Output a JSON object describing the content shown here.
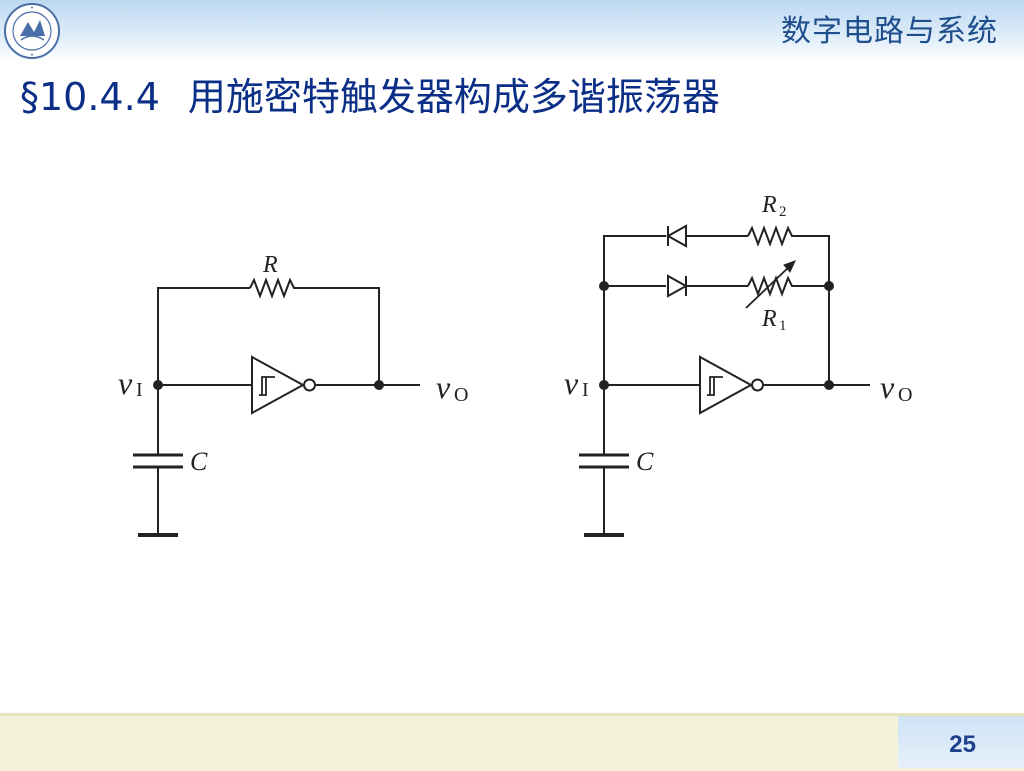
{
  "header": {
    "course_title": "数字电路与系统"
  },
  "slide": {
    "section_mark": "§10.4.4",
    "title": "用施密特触发器构成多谐振荡器"
  },
  "circuit_a": {
    "resistor_label": "R",
    "input_label": "v",
    "input_sub": "I",
    "output_label": "v",
    "output_sub": "O",
    "capacitor_label": "C"
  },
  "circuit_b": {
    "resistor2_label": "R",
    "resistor2_sub": "2",
    "resistor1_label": "R",
    "resistor1_sub": "1",
    "input_label": "v",
    "input_sub": "I",
    "output_label": "v",
    "output_sub": "O",
    "capacitor_label": "C"
  },
  "footer": {
    "page_number": "25"
  },
  "colors": {
    "title": "#0b2f86",
    "course_title": "#1f4e8c",
    "wire": "#222222",
    "header_band": "#bcd9f2",
    "footer_band": "#f4f2d9"
  }
}
